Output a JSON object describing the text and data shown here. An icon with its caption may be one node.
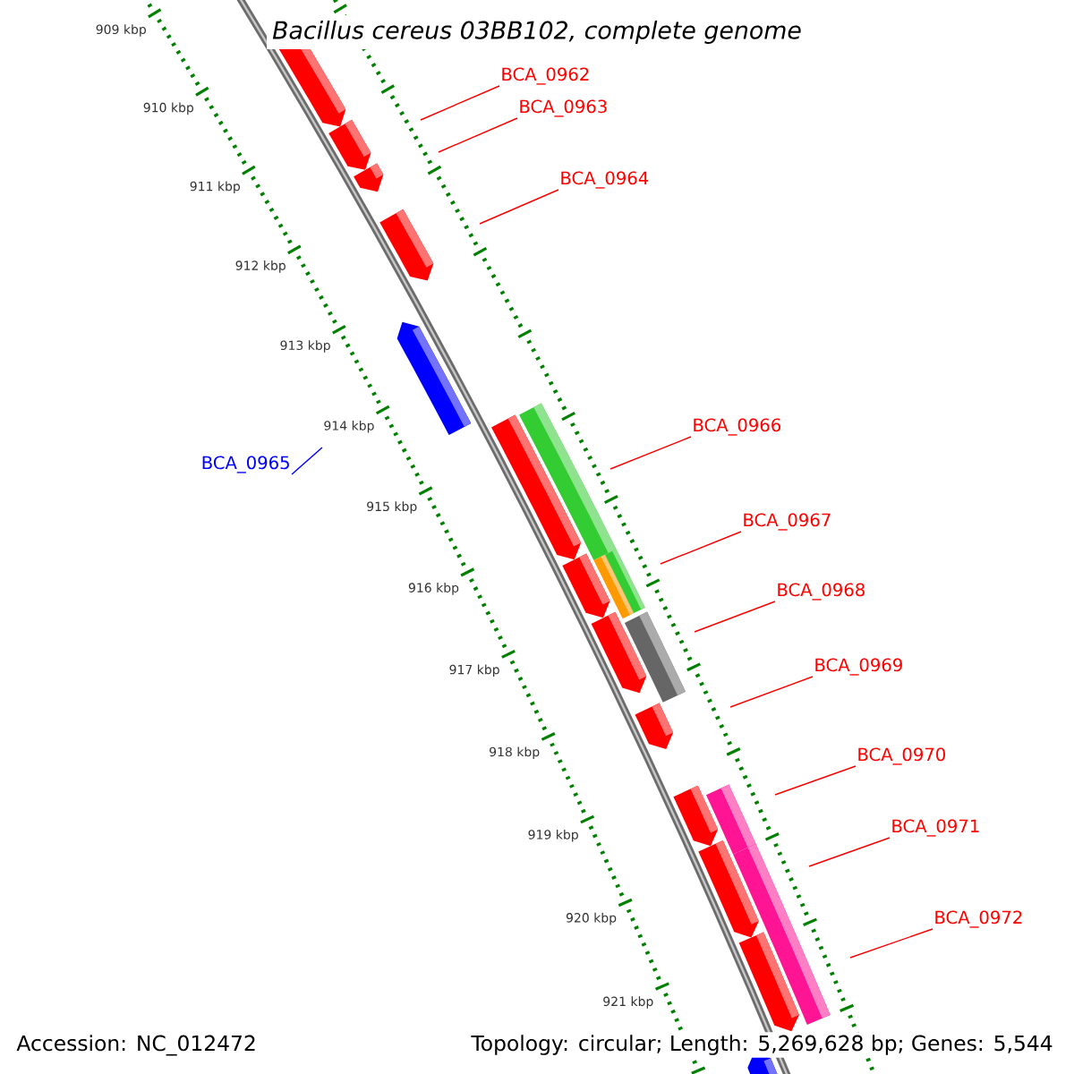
{
  "diagram": {
    "title": "Bacillus cereus 03BB102, complete genome",
    "nodes": [
      {
        "text": [
          "BCA_0962"
        ]
      },
      {
        "text": [
          "BCA_0963"
        ]
      },
      {
        "text": [
          "BCA_0964"
        ]
      },
      {
        "text": [
          "BCA_0965"
        ]
      },
      {
        "text": [
          "BCA_0966"
        ]
      },
      {
        "text": [
          "BCA_0967"
        ]
      },
      {
        "text": [
          "BCA_0968"
        ]
      },
      {
        "text": [
          "BCA_0969"
        ]
      },
      {
        "text": [
          "BCA_0970"
        ]
      },
      {
        "text": [
          "BCA_0971"
        ]
      },
      {
        "text": [
          "BCA_0972"
        ]
      }
    ],
    "edges": [
      {
        "from": 0,
        "to": null,
        "arrow": "none"
      },
      {
        "from": 1,
        "to": null,
        "arrow": "none"
      },
      {
        "from": 2,
        "to": null,
        "arrow": "none"
      },
      {
        "from": 3,
        "to": null,
        "arrow": "none",
        "color": "#0000ff"
      },
      {
        "from": 4,
        "to": null,
        "arrow": "none"
      },
      {
        "from": 5,
        "to": null,
        "arrow": "none"
      },
      {
        "from": 6,
        "to": null,
        "arrow": "none"
      },
      {
        "from": 7,
        "to": null,
        "arrow": "none"
      },
      {
        "from": 8,
        "to": null,
        "arrow": "none"
      },
      {
        "from": 9,
        "to": null,
        "arrow": "none"
      },
      {
        "from": 10,
        "to": null,
        "arrow": "none"
      }
    ],
    "labels": [
      "909 kbp",
      "910 kbp",
      "911 kbp",
      "912 kbp",
      "913 kbp",
      "914 kbp",
      "915 kbp",
      "916 kbp",
      "917 kbp",
      "918 kbp",
      "919 kbp",
      "920 kbp",
      "921 kbp",
      "Accession: NC_012472",
      "Topology: circular; Length: 5,269,628 bp; Genes: 5,544"
    ]
  }
}
